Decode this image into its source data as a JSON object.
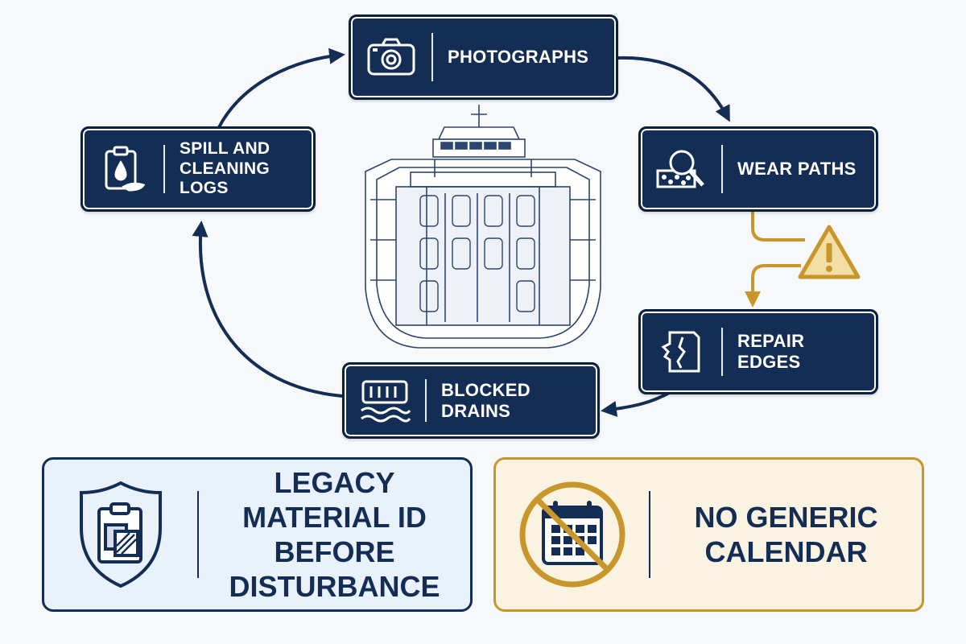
{
  "diagram": {
    "nodes": {
      "photographs": {
        "label": "PHOTOGRAPHS",
        "icon": "camera-icon"
      },
      "wear_paths": {
        "label": "WEAR PATHS",
        "icon": "magnifier-surface-icon"
      },
      "repair_edges": {
        "label": "REPAIR EDGES",
        "icon": "cracked-edge-icon"
      },
      "blocked_drains": {
        "label": "BLOCKED DRAINS",
        "icon": "drain-grate-icon"
      },
      "spill_logs": {
        "label": "SPILL AND\nCLEANING LOGS",
        "icon": "clipboard-spill-icon"
      }
    },
    "center_image": "ferry-car-deck-icon",
    "warning_icon": "warning-triangle-icon"
  },
  "cards": {
    "legacy": {
      "label": "LEGACY MATERIAL ID\nBEFORE DISTURBANCE",
      "icon": "shield-clipboard-icon"
    },
    "no_calendar": {
      "label": "NO GENERIC\nCALENDAR",
      "icon": "no-calendar-icon"
    }
  },
  "colors": {
    "navy": "#132d55",
    "gold": "#c8962a",
    "legacy_bg": "#e9f1fa",
    "calendar_bg": "#fbf3e2"
  }
}
